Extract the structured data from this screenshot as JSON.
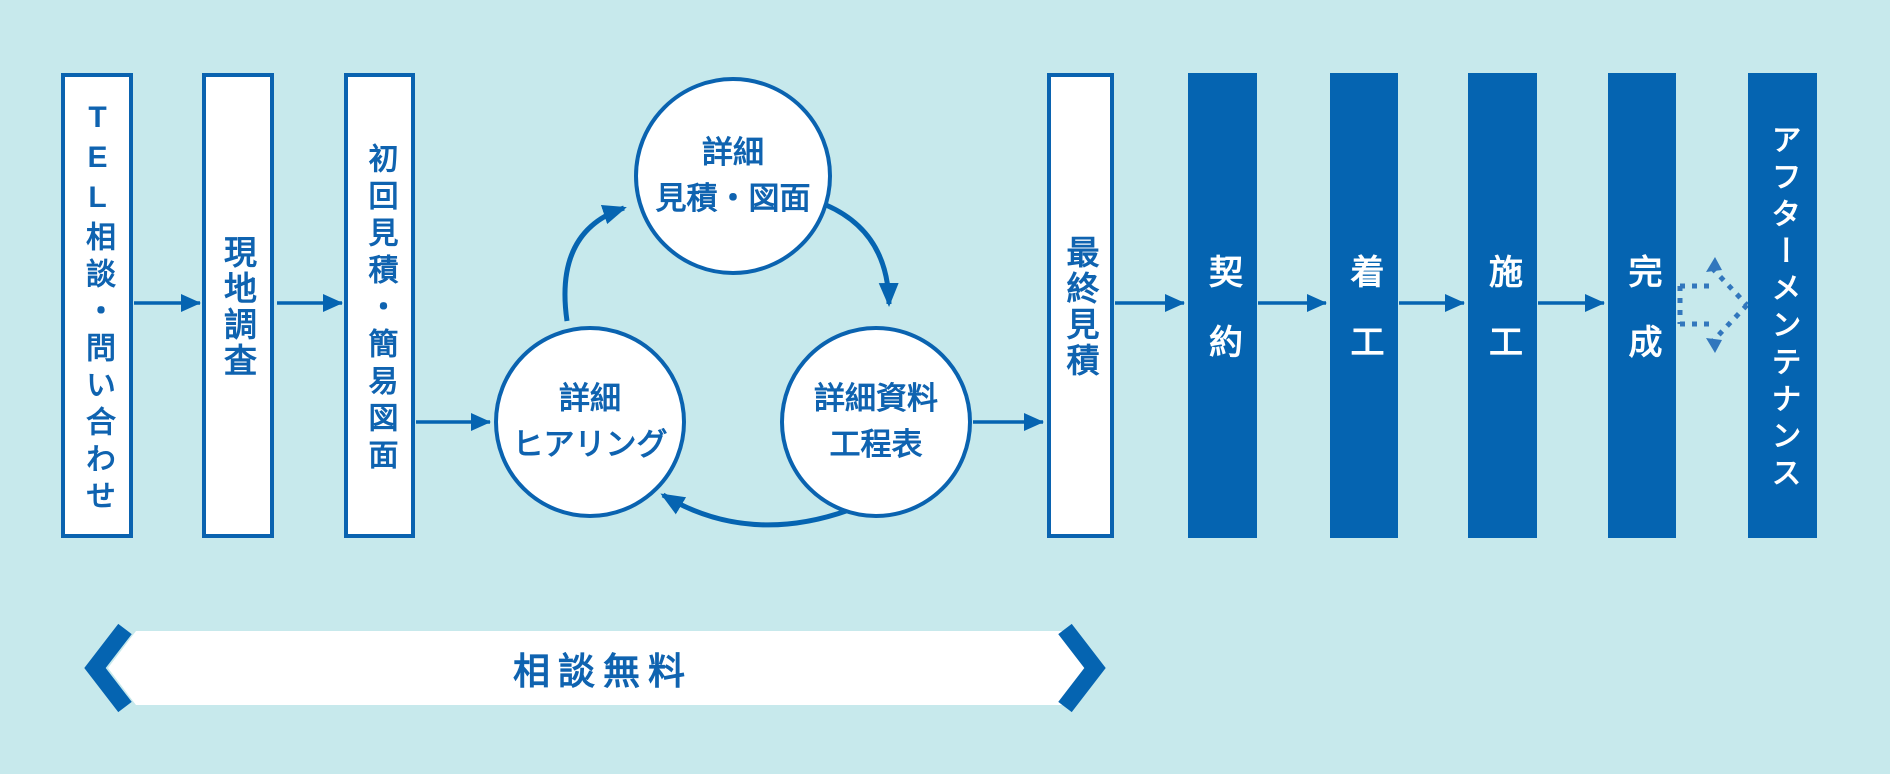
{
  "colors": {
    "background": "#c7e9ec",
    "primary_blue": "#0564b1",
    "text_blue": "#0f63b0",
    "dotted_arrow_blue": "#3277bd",
    "white": "#ffffff"
  },
  "flow": {
    "steps": [
      {
        "id": "tel-consult",
        "label": "TEL相談・問い合わせ",
        "style": "outline"
      },
      {
        "id": "site-survey",
        "label": "現地調査",
        "style": "outline"
      },
      {
        "id": "first-quote",
        "label": "初回見積・簡易図面",
        "style": "outline"
      },
      {
        "id": "final-quote",
        "label": "最終見積",
        "style": "outline"
      },
      {
        "id": "contract",
        "label": "契約",
        "style": "solid"
      },
      {
        "id": "start-work",
        "label": "着工",
        "style": "solid"
      },
      {
        "id": "construction",
        "label": "施工",
        "style": "solid"
      },
      {
        "id": "completion",
        "label": "完成",
        "style": "solid"
      },
      {
        "id": "after-maintenance",
        "label": "アフターメンテナンス",
        "style": "solid"
      }
    ],
    "cycle": {
      "top": {
        "line1": "詳細",
        "line2": "見積・図面"
      },
      "left": {
        "line1": "詳細",
        "line2": "ヒアリング"
      },
      "right": {
        "line1": "詳細資料",
        "line2": "工程表"
      }
    },
    "banner": {
      "label": "相談無料"
    }
  }
}
